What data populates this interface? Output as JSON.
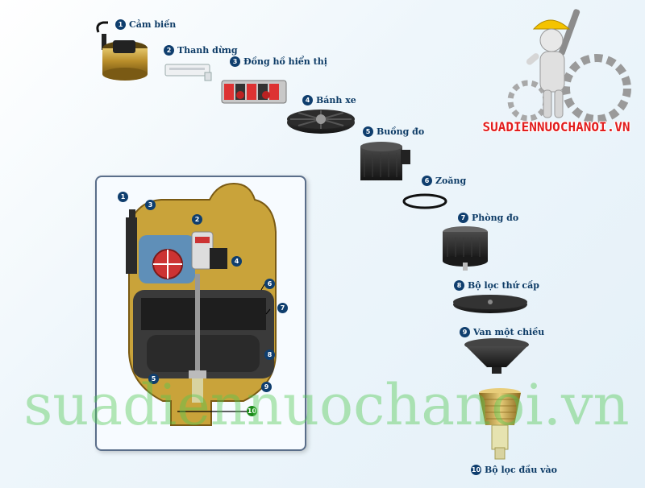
{
  "parts": [
    {
      "number": "1",
      "label": "Cảm biến"
    },
    {
      "number": "2",
      "label": "Thanh dừng"
    },
    {
      "number": "3",
      "label": "Đồng hồ hiển thị"
    },
    {
      "number": "4",
      "label": "Bánh xe"
    },
    {
      "number": "5",
      "label": "Buồng đo"
    },
    {
      "number": "6",
      "label": "Zoăng"
    },
    {
      "number": "7",
      "label": "Phòng đo"
    },
    {
      "number": "8",
      "label": "Bộ lọc thứ cấp"
    },
    {
      "number": "9",
      "label": "Van một chiều"
    },
    {
      "number": "10",
      "label": "Bộ lọc đầu vào"
    }
  ],
  "inset_callouts": [
    "1",
    "2",
    "3",
    "4",
    "5",
    "6",
    "7",
    "8",
    "9",
    "10"
  ],
  "brand": {
    "text": "SUADIENNUOCHANOI.VN",
    "color": "#e21d1d"
  },
  "watermark": {
    "text": "suadiennuochanoi.vn",
    "color": "#50c850"
  },
  "colors": {
    "badge": "#0f3e6e",
    "label": "#0d3b66",
    "brass": "#c9a33a"
  }
}
